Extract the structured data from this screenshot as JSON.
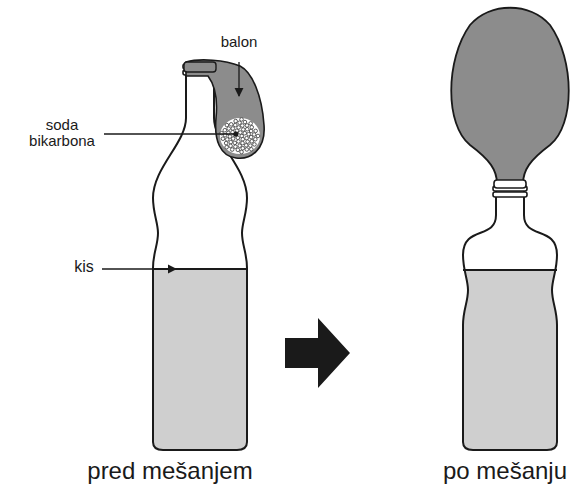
{
  "diagram": {
    "labels": [
      "balon",
      "soda bikarbona",
      "kis",
      "pred mešanjem",
      "po mešanju"
    ]
  }
}
